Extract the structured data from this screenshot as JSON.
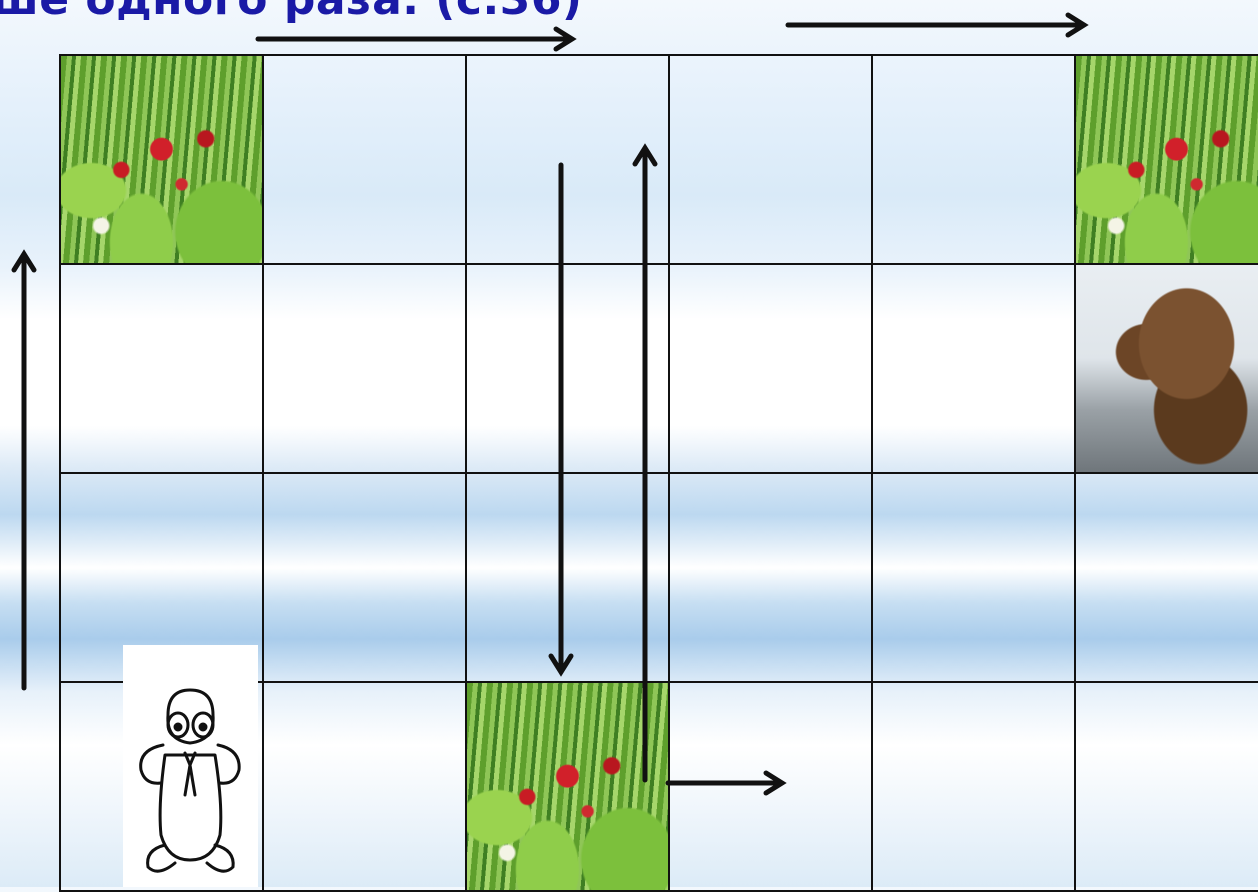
{
  "title": "ше одного раза. (с.36)",
  "grid": {
    "rows": 4,
    "cols": 6
  },
  "cells": [
    {
      "row": 0,
      "col": 0,
      "icon": "strawberry-icon"
    },
    {
      "row": 0,
      "col": 5,
      "icon": "strawberry-icon"
    },
    {
      "row": 1,
      "col": 5,
      "icon": "bear-icon"
    },
    {
      "row": 3,
      "col": 2,
      "icon": "strawberry-icon"
    },
    {
      "row": 3,
      "col": 0,
      "icon": "robot-icon"
    }
  ],
  "arrows": [
    {
      "direction": "right",
      "label": "top-left"
    },
    {
      "direction": "right",
      "label": "top-right"
    },
    {
      "direction": "up",
      "label": "left-edge"
    },
    {
      "direction": "down",
      "label": "column-3-down"
    },
    {
      "direction": "up",
      "label": "column-3-up"
    },
    {
      "direction": "right",
      "label": "bottom-row"
    }
  ],
  "colors": {
    "title": "#1a1aa6",
    "grid_line": "#111111",
    "arrow": "#111111"
  }
}
